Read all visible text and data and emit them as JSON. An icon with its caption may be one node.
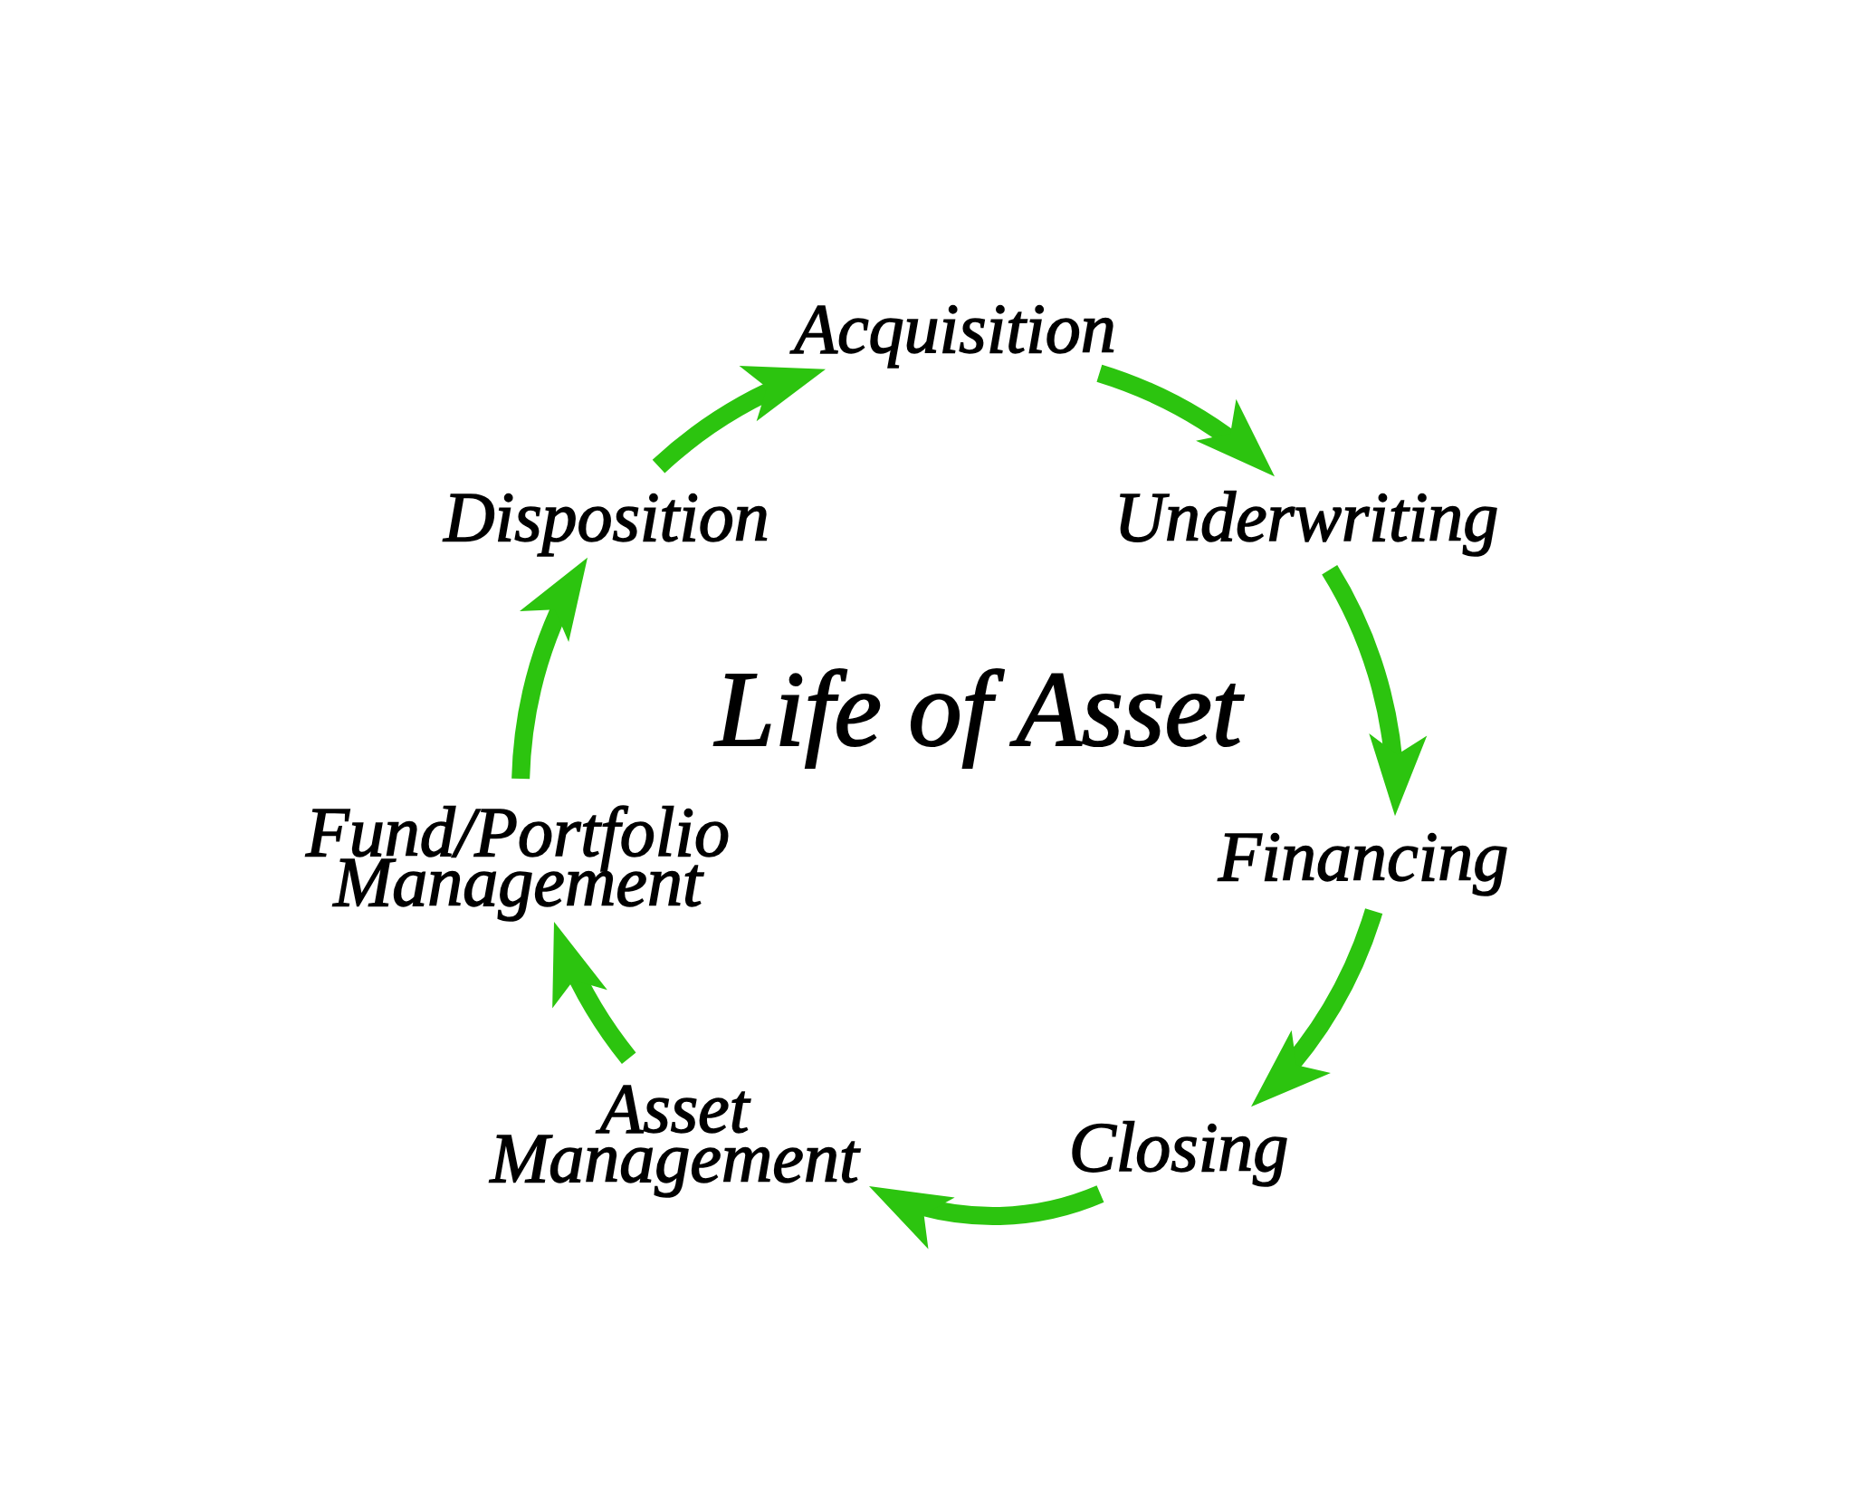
{
  "diagram": {
    "title": "Life of Asset",
    "nodes": [
      {
        "text": [
          "Acquisition"
        ]
      },
      {
        "text": [
          "Underwriting"
        ]
      },
      {
        "text": [
          "Financing"
        ]
      },
      {
        "text": [
          "Closing"
        ]
      },
      {
        "text": [
          "Asset Management"
        ]
      },
      {
        "text": [
          "Fund/Portfolio Management"
        ]
      },
      {
        "text": [
          "Disposition"
        ]
      }
    ],
    "edges": [
      {
        "from": 0,
        "to": 1,
        "arrow": "to"
      },
      {
        "from": 1,
        "to": 2,
        "arrow": "to"
      },
      {
        "from": 2,
        "to": 3,
        "arrow": "to"
      },
      {
        "from": 3,
        "to": 4,
        "arrow": "to"
      },
      {
        "from": 4,
        "to": 5,
        "arrow": "to"
      },
      {
        "from": 5,
        "to": 6,
        "arrow": "to"
      },
      {
        "from": 6,
        "to": 0,
        "arrow": "to"
      }
    ]
  }
}
